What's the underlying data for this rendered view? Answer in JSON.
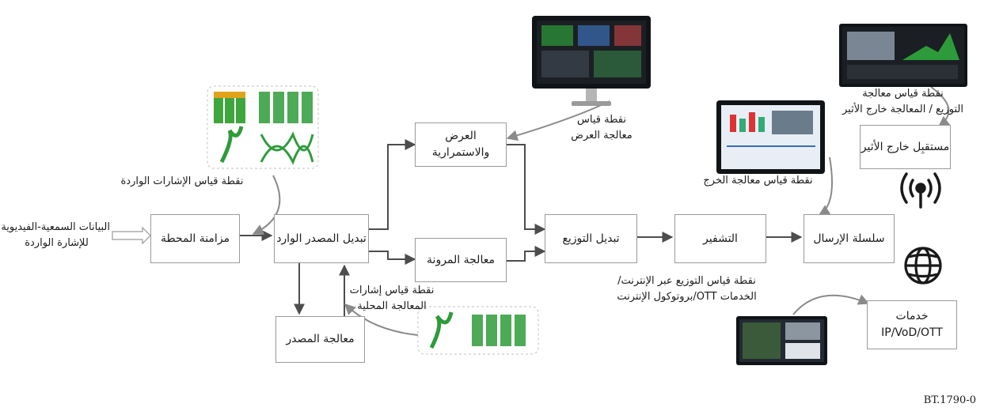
{
  "boxes": {
    "station_sync": "مزامنة المحطة",
    "incoming_source_switch": "تبديل المصدر الوارد",
    "display_continuity": "العرض والاستمرارية",
    "flexibility_processing": "معالجة المرونة",
    "source_processing": "معالجة المصدر",
    "distribution_switch": "تبديل التوزيع",
    "encoding": "التشفير",
    "transmission_chain": "سلسلة الإرسال",
    "offair_receiver": "مستقبِل خارج الأثير",
    "ott_services_line1": "خدمات",
    "ott_services_line2": "IP/VoD/OTT"
  },
  "labels": {
    "input_data_line1": "البيانات السمعية-الفيديوية",
    "input_data_line2": "للإشارة الواردة",
    "incoming_measure": "نقطة قياس الإشارات الواردة",
    "local_measure_line1": "نقطة قياس إشارات",
    "local_measure_line2": "المعالجة المحلية",
    "display_measure_line1": "نقطة قياس",
    "display_measure_line2": "معالجة العرض",
    "output_measure": "نقطة قياس معالجة الخرج",
    "dist_measure_line1": "نقطة قياس التوزيع عبر الإنترنت/",
    "dist_measure_line2": "الخدمات OTT/بروتوكول الإنترنت",
    "offair_measure_line1": "نقطة قياس معالجة",
    "offair_measure_line2": "التوزيع / المعالجة خارج الأثير"
  },
  "figure_id": "BT.1790-0",
  "icons": [
    "monitor-icon",
    "laptop-icon",
    "antenna-icon",
    "globe-icon",
    "waveform-thumbnail-icon"
  ],
  "colors": {
    "line": "#4d4d4d",
    "box_border": "#9a9a9a",
    "waveform": "#2e9b3a",
    "screen": "#1b1f24"
  }
}
